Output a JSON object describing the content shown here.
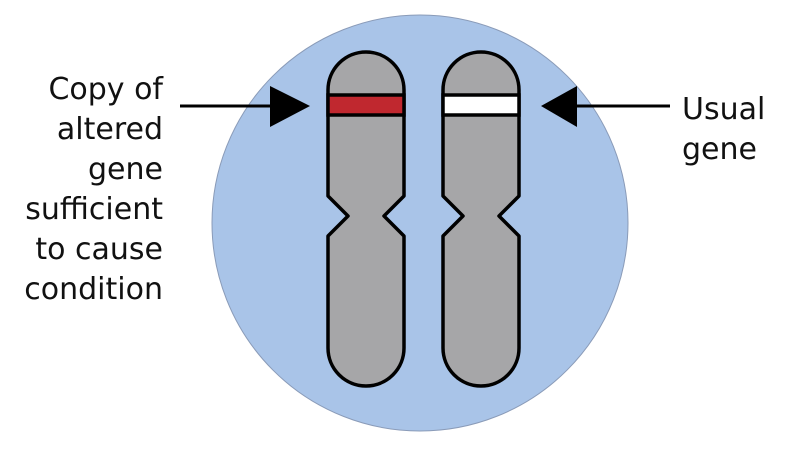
{
  "diagram": {
    "left_label": [
      "Copy of",
      "altered",
      "gene",
      "sufficient",
      "to cause",
      "condition"
    ],
    "right_label": [
      "Usual",
      "gene"
    ]
  },
  "colors": {
    "cell": "#a9c4e8",
    "chromosome": "#a6a6a8",
    "outline": "#000000",
    "altered_band": "#c0282f",
    "usual_band": "#ffffff"
  }
}
